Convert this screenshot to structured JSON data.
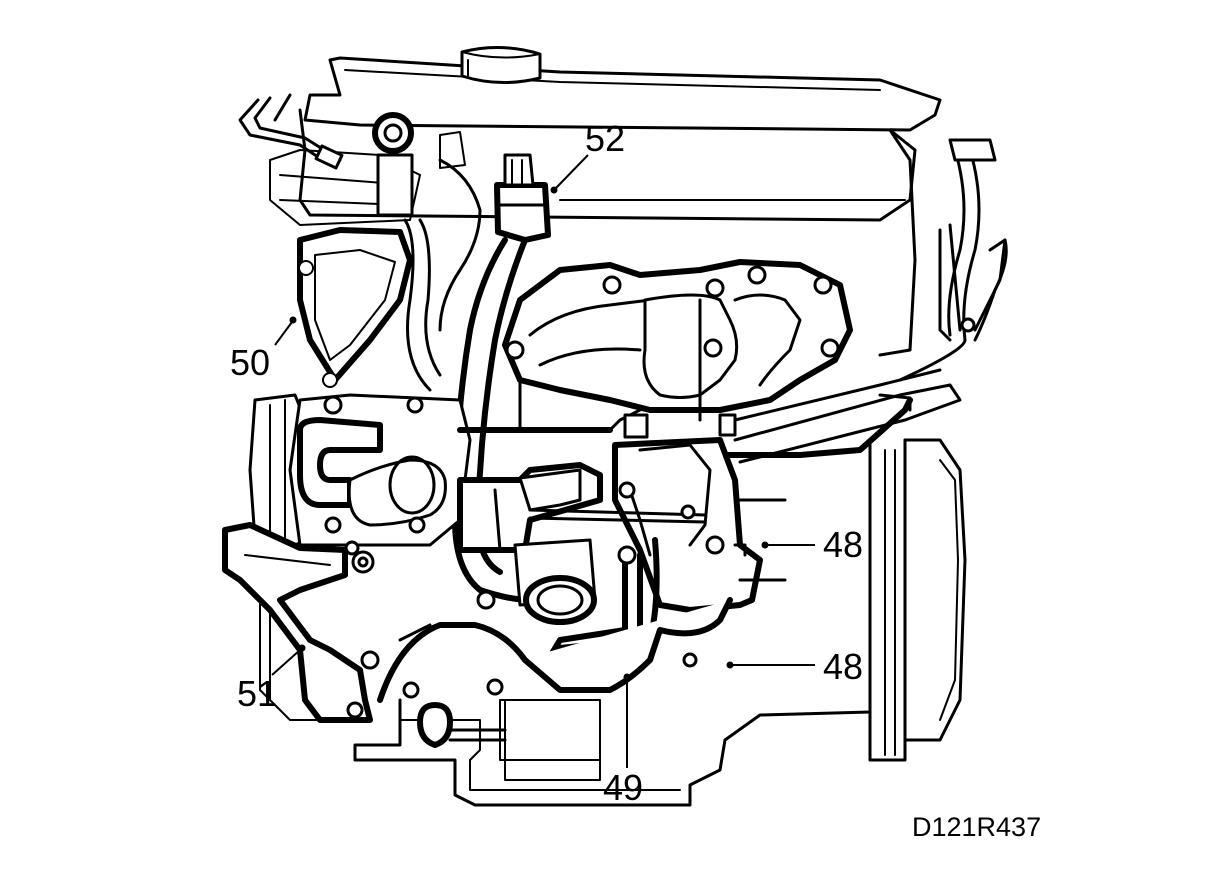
{
  "figure": {
    "callouts": [
      {
        "id": "c52",
        "label": "52"
      },
      {
        "id": "c50",
        "label": "50"
      },
      {
        "id": "c48a",
        "label": "48"
      },
      {
        "id": "c48b",
        "label": "48"
      },
      {
        "id": "c51",
        "label": "51"
      },
      {
        "id": "c49",
        "label": "49"
      }
    ],
    "reference_code": "D121R437"
  },
  "colors": {
    "ink": "#000000",
    "paper": "#ffffff"
  }
}
